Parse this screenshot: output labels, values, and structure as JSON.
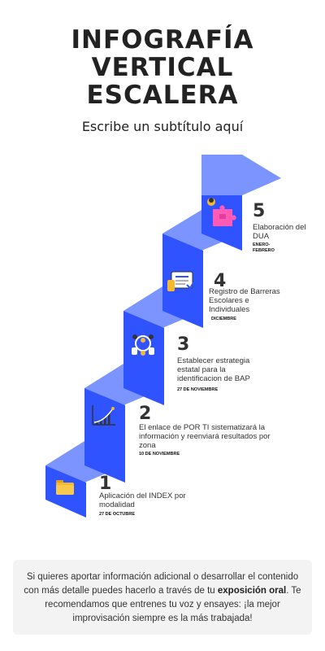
{
  "header": {
    "title_lines": [
      "INFOGRAFÍA",
      "VERTICAL",
      "ESCALERA"
    ],
    "subtitle": "Escribe un subtítulo aquí"
  },
  "colors": {
    "riser": "#2f54ff",
    "tread": "#7b94ff",
    "text": "#222222",
    "note_bg": "#f3f3f3"
  },
  "steps": [
    {
      "number": "1",
      "description": "Aplicación del INDEX por modalidad",
      "date": "27 DE OCTUBRE",
      "icon": "folder-icon"
    },
    {
      "number": "2",
      "description": "El enlace de POR TI sistematizará la información y reenviará resultados por zona",
      "date": "10 DE NOVIEMBRE",
      "icon": "growth-chart-icon"
    },
    {
      "number": "3",
      "description": "Establecer estrategia estatal para la identificacion de BAP",
      "date": "27 DE NOVIEMBRE",
      "icon": "team-icon"
    },
    {
      "number": "4",
      "description": "Registro de Barreras Escolares e Individuales",
      "date": "DICIEMBRE",
      "icon": "checklist-icon"
    },
    {
      "number": "5",
      "description": "Elaboración del DUA",
      "date": "ENERO-FEBRERO",
      "icon": "puzzle-icon"
    }
  ],
  "note": {
    "before": "Si quieres aportar información adicional o desarrollar el contenido con más detalle puedes hacerlo a través de tu ",
    "bold": "exposición oral",
    "after": ". Te recomendamos que entrenes tu voz y ensayes: ¡la mejor improvisación siempre es la más trabajada!"
  }
}
